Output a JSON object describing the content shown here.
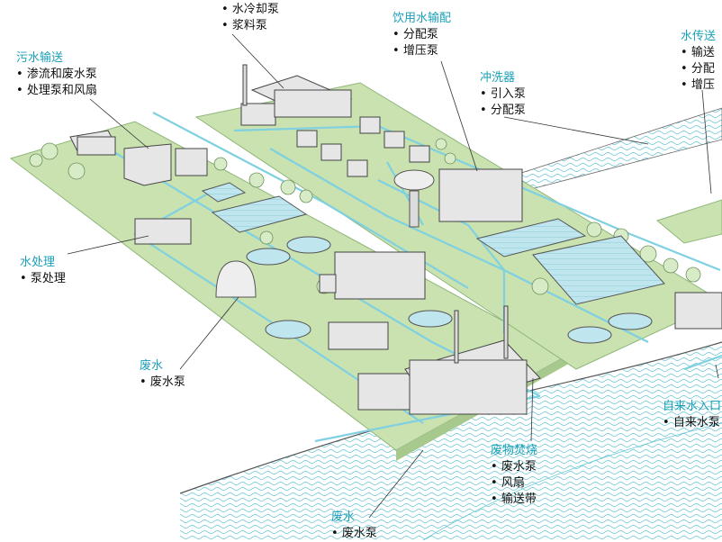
{
  "callouts": {
    "top_pumps": {
      "heading": "",
      "items": [
        "水冷却泵",
        "浆料泵"
      ]
    },
    "sewage": {
      "heading": "污水输送",
      "items": [
        "渗流和废水泵",
        "处理泵和风扇"
      ]
    },
    "drinking": {
      "heading": "饮用水输配",
      "items": [
        "分配泵",
        "增压泵"
      ]
    },
    "flush": {
      "heading": "冲洗器",
      "items": [
        "引入泵",
        "分配泵"
      ]
    },
    "transfer": {
      "heading": "水传送",
      "items": [
        "输送",
        "分配",
        "增压"
      ]
    },
    "treatment": {
      "heading": "水处理",
      "items": [
        "泵处理"
      ]
    },
    "wastewater1": {
      "heading": "废水",
      "items": [
        "废水泵"
      ]
    },
    "intake": {
      "heading": "自来水入口",
      "items": [
        "自来水泵"
      ]
    },
    "incineration": {
      "heading": "废物焚烧",
      "items": [
        "废水泵",
        "风扇",
        "输送带"
      ]
    },
    "wastewater2": {
      "heading": "废水",
      "items": [
        "废水泵"
      ]
    }
  },
  "colors": {
    "land": "#c9e2b0",
    "land_edge": "#8fb67a",
    "pipe": "#7fd0e0",
    "water_line": "#5fc3d3",
    "label_accent": "#1aa0b8",
    "building": "#e6e6e6",
    "building_dark": "#9a9a9a"
  }
}
